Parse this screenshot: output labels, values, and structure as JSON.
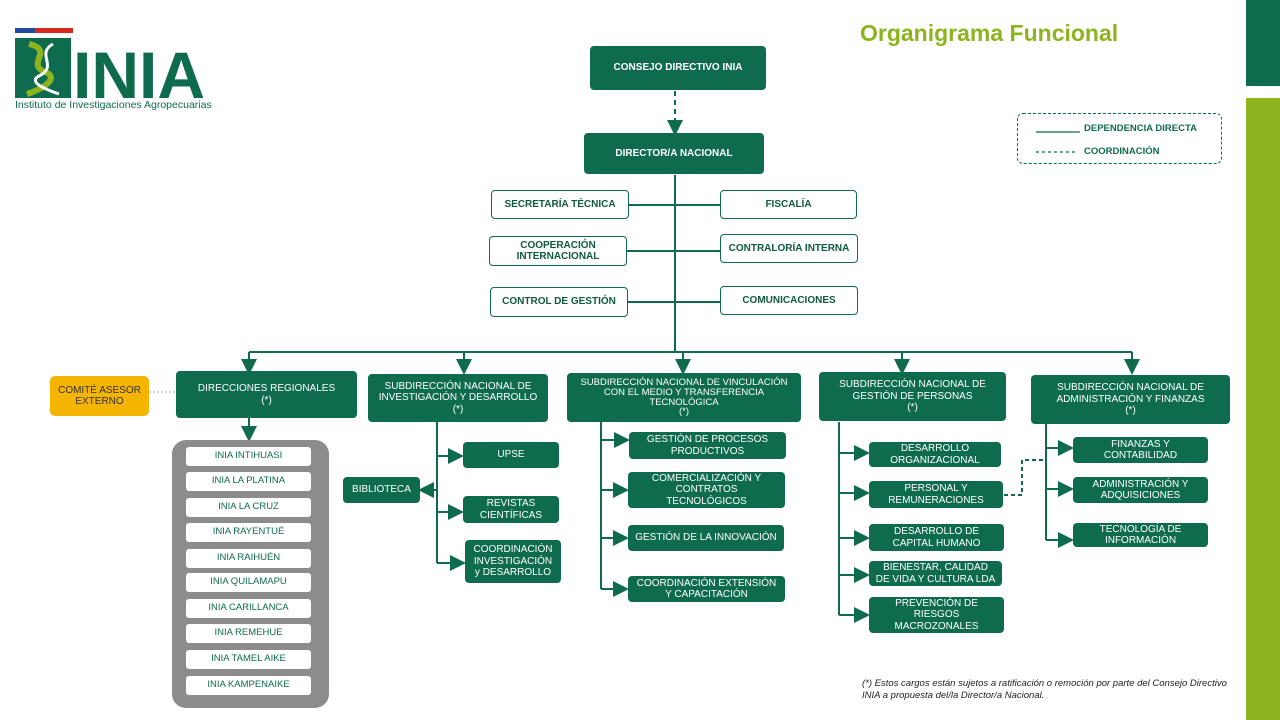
{
  "title": "Organigrama Funcional",
  "logo": {
    "name": "INIA",
    "subtitle": "Instituto de Investigaciones Agropecuarias"
  },
  "legend": {
    "direct": "DEPENDENCIA  DIRECTA",
    "coord": "COORDINACIÓN"
  },
  "nodes": {
    "consejo": "CONSEJO DIRECTIVO INIA",
    "director": "DIRECTOR/A NACIONAL",
    "secretaria": "SECRETARÍA  TÉCNICA",
    "fiscalia": "FISCALÍA",
    "cooperacion": [
      "COOPERACIÓN",
      "INTERNACIONAL"
    ],
    "contraloria": "CONTRALORÍA INTERNA",
    "control": "CONTROL DE GESTIÓN",
    "comunicaciones": "COMUNICACIONES",
    "comite": [
      "COMITÉ ASESOR",
      "EXTERNO"
    ],
    "direcciones": [
      "DIRECCIONES REGIONALES",
      "(*)"
    ],
    "sub_investigacion": [
      "SUBDIRECCIÓN  NACIONAL  DE",
      "INVESTIGACIÓN  Y DESARROLLO",
      "(*)"
    ],
    "sub_vinculacion": [
      "SUBDIRECCIÓN  NACIONAL  DE VINCULACIÓN",
      "CON EL MEDIO Y TRANSFERENCIA",
      "TECNOLÓGICA",
      "(*)"
    ],
    "sub_personas": [
      "SUBDIRECCIÓN  NACIONAL DE",
      "GESTIÓN DE PERSONAS",
      "(*)"
    ],
    "sub_administracion": [
      "SUBDIRECCIÓN  NACIONAL DE",
      "ADMINISTRACIÓN Y FINANZAS",
      "(*)"
    ],
    "biblioteca": "BIBLIOTECA",
    "upse": "UPSE",
    "revistas": [
      "REVISTAS",
      "CIENTÍFICAS"
    ],
    "coord_inv": [
      "COORDINACIÓN",
      "INVESTIGACIÓN",
      "y DESARROLLO"
    ],
    "gest_procesos": [
      "GESTIÓN DE PROCESOS",
      "PRODUCTIVOS"
    ],
    "comercializacion": [
      "COMERCIALIZACIÓN Y",
      "CONTRATOS",
      "TECNOLÓGICOS"
    ],
    "gest_innovacion": "GESTIÓN DE LA INNOVACIÓN",
    "coord_extension": [
      "COORDINACIÓN EXTENSIÓN",
      "Y CAPACITACIÓN"
    ],
    "desarrollo_org": [
      "DESARROLLO",
      "ORGANIZACIONAL"
    ],
    "personal": [
      "PERSONAL  Y",
      "REMUNERACIONES"
    ],
    "capital_humano": [
      "DESARROLLO DE",
      "CAPITAL HUMANO"
    ],
    "bienestar": [
      "BIENESTAR,   CALIDAD",
      "DE VIDA Y CULTURA  LDA"
    ],
    "prevencion": [
      "PREVENCIÓN  DE",
      "RIESGOS",
      "MACROZONALES"
    ],
    "finanzas": [
      "FINANZAS  Y",
      "CONTABILIDAD"
    ],
    "administracion": [
      "ADMINISTRACIÓN  Y",
      "ADQUISICIONES"
    ],
    "tecnologia": [
      "TECNOLOGÍA DE",
      "INFORMACIÓN"
    ]
  },
  "regions": [
    "INIA INTIHUASI",
    "INIA LA PLATINA",
    "INIA LA CRUZ",
    "INIA RAYENTUÉ",
    "INIA RAIHUÉN",
    "INIA QUILAMAPU",
    "INIA CARILLANCA",
    "INIA REMEHUE",
    "INIA TAMEL AIKE",
    "INIA KAMPENAIKE"
  ],
  "note": "(*)  Estos cargos están sujetos a ratificación o remoción por parte del Consejo Directivo INIA  a propuesta del/la Director/a Nacional.",
  "colors": {
    "dark_green": "#0f6b4e",
    "lime": "#8db41e",
    "yellow": "#f4b400",
    "grey": "#8c8c8c"
  }
}
